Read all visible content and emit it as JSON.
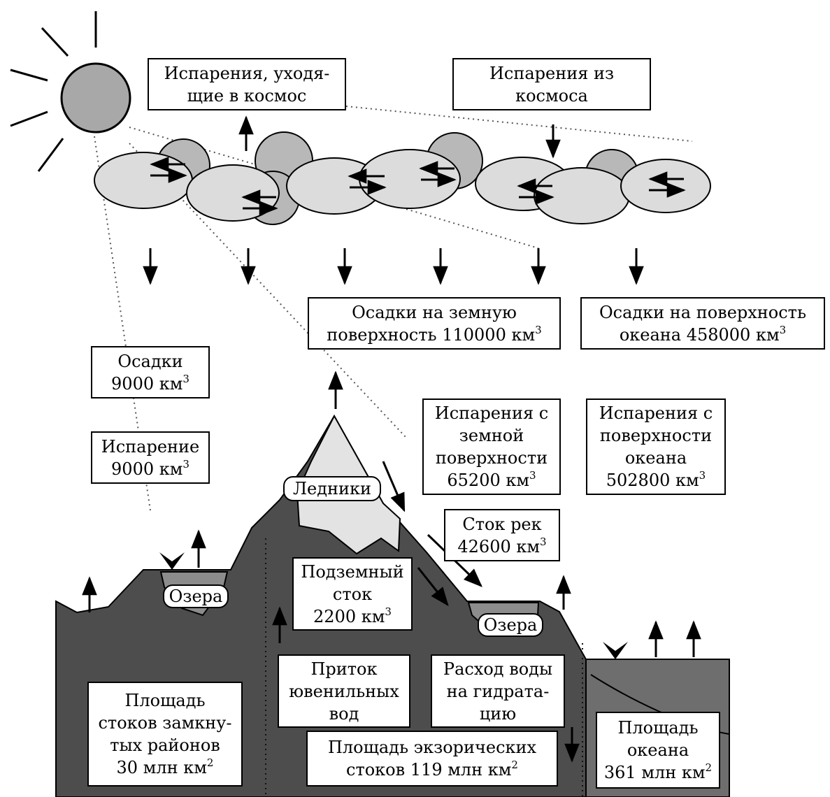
{
  "labels": {
    "evap_to_space": "Испарения, уходя-\nщие в космос",
    "evap_from_space": "Испарения из\nкосмоса",
    "precip_land": "Осадки на земную\nповерхность 110000 км",
    "precip_ocean": "Осадки на поверхность\nокеана 458000 км",
    "precip_closed": "Осадки\n9000 км",
    "evap_closed": "Испарение\n9000 км",
    "evap_land": "Испарения с\nземной\nповерхности\n65200 км",
    "evap_ocean": "Испарения с\nповерхности\nокеана\n502800 км",
    "river_runoff": "Сток рек\n42600 км",
    "groundwater": "Подземный\nсток\n2200 км",
    "juvenile": "Приток\nювенильных\nвод",
    "hydration": "Расход воды\nна гидрата-\nцию",
    "closed_area": "Площадь\nстоков замкну-\nтых районов\n30 млн км",
    "exoric_area": "Площадь экзорических\nстоков 119 млн км",
    "ocean_area": "Площадь\nокеана\n361 млн км",
    "glaciers": "Ледники",
    "lakes_left": "Озера",
    "lakes_right": "Озера",
    "sup3": "3",
    "sup2": "2"
  },
  "colors": {
    "land": "#4d4d4d",
    "ocean": "#6e6e6e",
    "glacier": "#e3e3e3",
    "cloud_light": "#dcdcdc",
    "cloud_dark": "#b8b8b8",
    "sun": "#a8a8a8",
    "lake": "#8c8c8c"
  }
}
